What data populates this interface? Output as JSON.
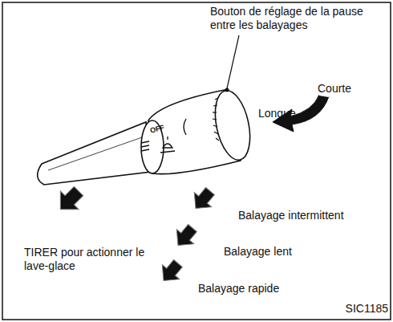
{
  "diagram": {
    "labels": [
      "Bouton de réglage de la pause entre les balayages",
      "Courte",
      "Longue",
      "OFF",
      "TIRER pour actionner le lave-glace",
      "Balayage intermittent",
      "Balayage lent",
      "Balayage rapide",
      "SIC1185"
    ]
  }
}
